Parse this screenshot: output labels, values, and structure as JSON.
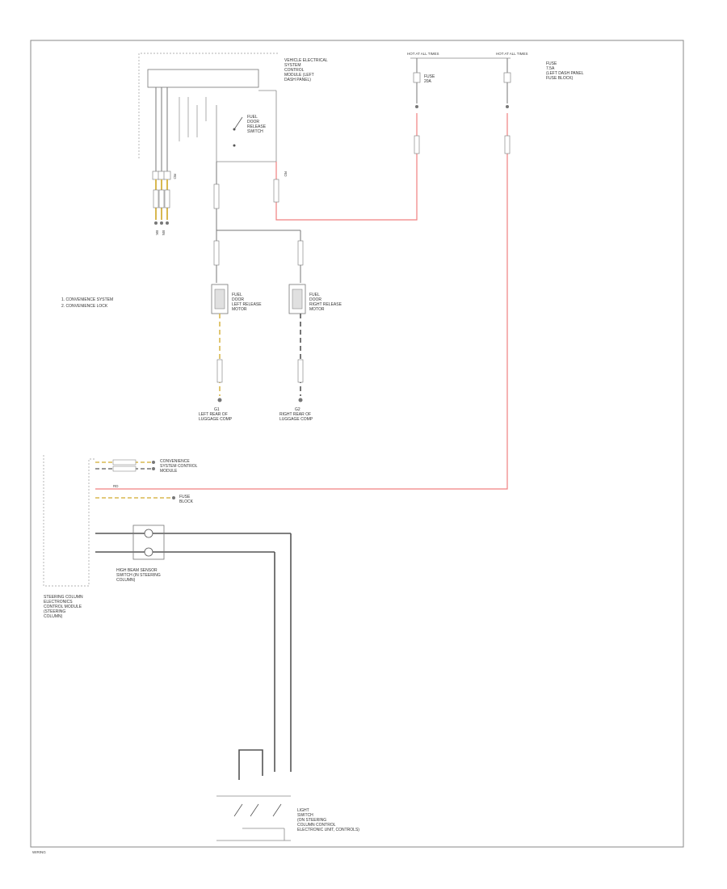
{
  "colors": {
    "red_wire": "#f08080",
    "yellow_wire": "#e8d060",
    "gray_wire": "#666666",
    "dark_wire": "#444444",
    "ground_wire": "#555555",
    "border": "#888888"
  },
  "labels": {
    "module_top": [
      "VEHICLE ELECTRICAL",
      "SYSTEM",
      "CONTROL",
      "MODULE (LEFT",
      "DASH PANEL)"
    ],
    "fuse_left_hdr": "HOT AT ALL TIMES",
    "fuse_left": [
      "FUSE",
      "20A"
    ],
    "fuse_right_hdr": "HOT AT ALL TIMES",
    "fuse_right": [
      "FUSE",
      "7.5A",
      "(LEFT DASH PANEL",
      "FUSE BLOCK)"
    ],
    "switch_top": [
      "FUEL",
      "DOOR",
      "RELEASE",
      "SWITCH"
    ],
    "motor_left": [
      "FUEL",
      "DOOR",
      "LEFT RELEASE",
      "MOTOR"
    ],
    "motor_right": [
      "FUEL",
      "DOOR",
      "RIGHT RELEASE",
      "MOTOR"
    ],
    "ground_left": [
      "G1",
      "LEFT REAR OF",
      "LUGGAGE COMP"
    ],
    "ground_right": [
      "G2",
      "RIGHT REAR OF",
      "LUGGAGE COMP"
    ],
    "legend": [
      "1. CONVENIENCE SYSTEM",
      "2. CONVENIENCE LOCK"
    ],
    "connector_left_labels": [
      "RD",
      "BK",
      "BN"
    ],
    "wire_tag_mid": "RD",
    "module_bottom": [
      "STEERING COLUMN",
      "ELECTRONICS",
      "CONTROL MODULE",
      "(STEERING",
      "COLUMN)"
    ],
    "right_of_conn_1": [
      "CONVENIENCE",
      "SYSTEM CONTROL",
      "MODULE"
    ],
    "right_of_conn_2": [
      "FUSE",
      "BLOCK"
    ],
    "sensor_label": [
      "HIGH BEAM SENSOR",
      "SWITCH (IN STEERING",
      "COLUMN)"
    ],
    "bottom_switch": [
      "LIGHT",
      "SWITCH",
      "(ON STEERING",
      "COLUMN CONTROL",
      "ELECTRONIC UNIT, CONTROLS)"
    ],
    "footer": "WIRING"
  }
}
